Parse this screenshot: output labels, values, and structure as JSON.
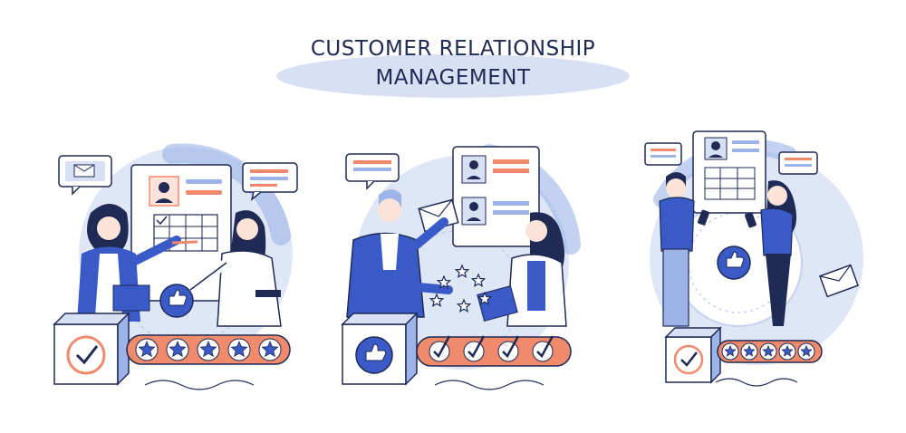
{
  "title": {
    "line1": "CUSTOMER RELATIONSHIP",
    "line2": "MANAGEMENT"
  },
  "stock_id": "532063835",
  "colors": {
    "navy": "#1f2a55",
    "blue": "#3a5bc7",
    "light_blue": "#d7e1f3",
    "mid_blue": "#9db4e8",
    "salmon": "#f08a6c",
    "white": "#ffffff"
  },
  "scenes": [
    {
      "name": "scene-left",
      "rating_icon": "star-icon",
      "rating_count": 5,
      "badge_icon": "checkmark-icon"
    },
    {
      "name": "scene-middle",
      "rating_icon": "check-circle-icon",
      "rating_count": 4,
      "badge_icon": "thumbs-up-icon"
    },
    {
      "name": "scene-right",
      "rating_icon": "star-icon",
      "rating_count": 5,
      "badge_icon": "checkmark-icon"
    }
  ]
}
